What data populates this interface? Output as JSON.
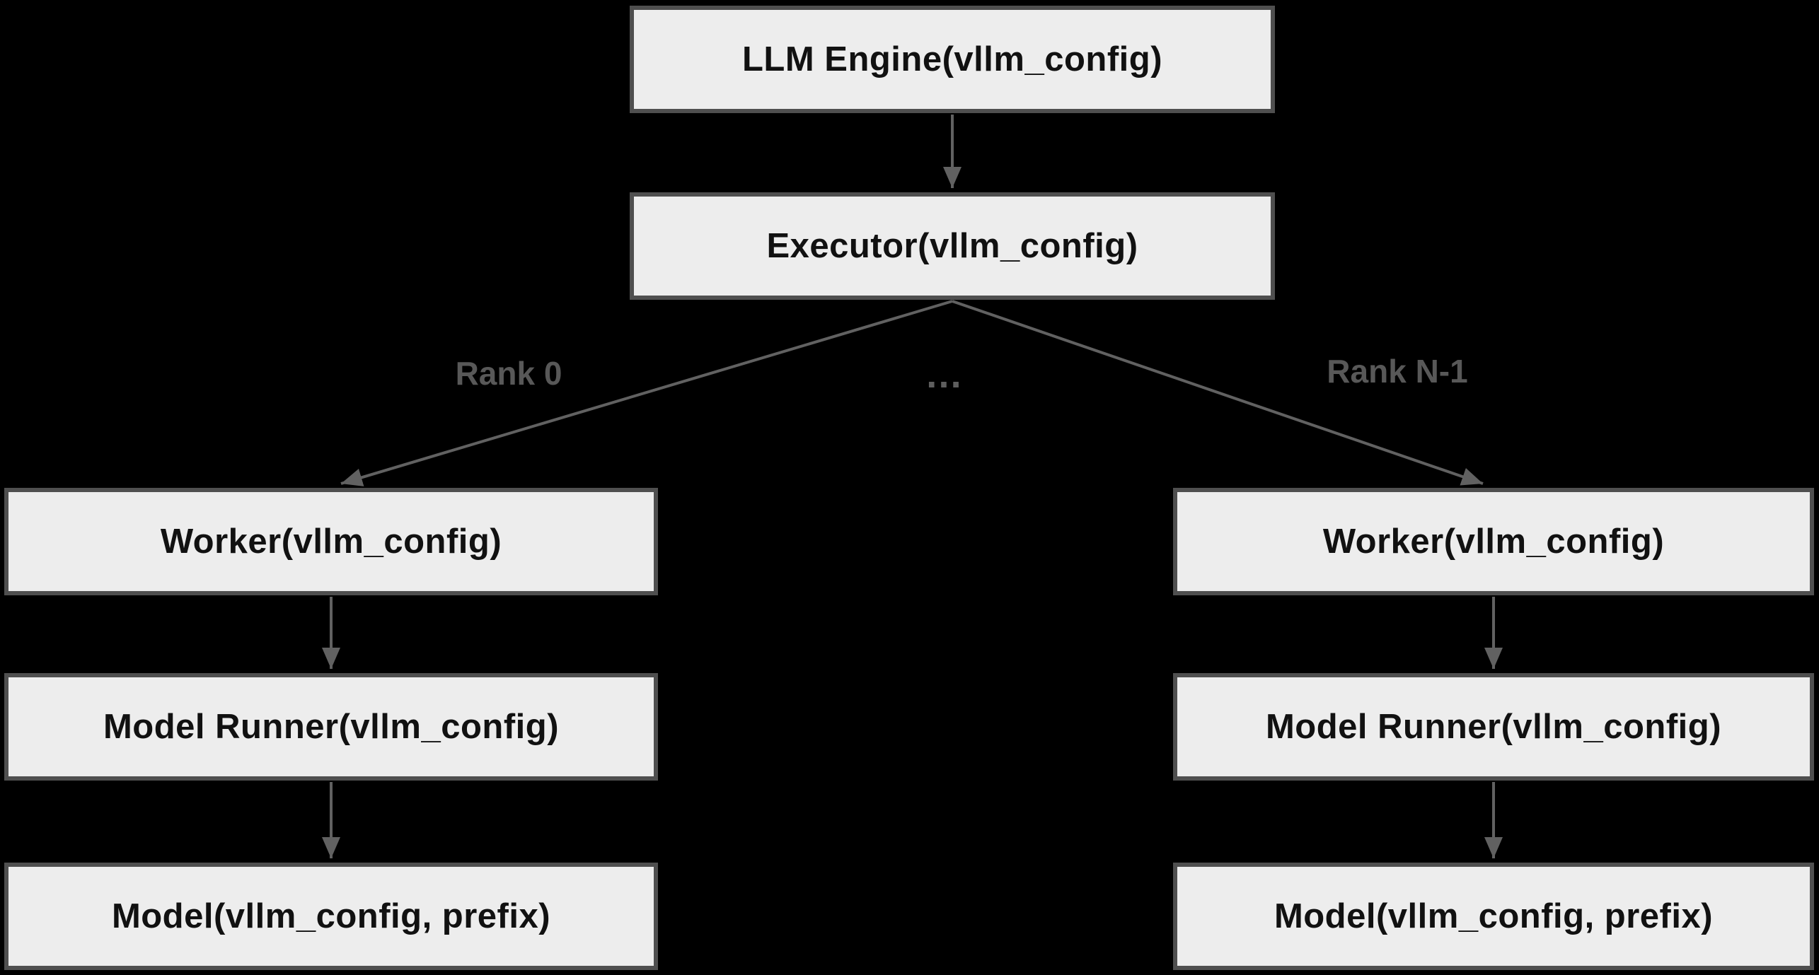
{
  "diagram": {
    "title_semantic": "vllm-engine-architecture-flowchart",
    "colors": {
      "background": "#000000",
      "node_fill": "#ededed",
      "node_border": "#4f4f4f",
      "node_text": "#111111",
      "connector": "#616161",
      "edge_label_text": "#585858"
    },
    "nodes": {
      "llm_engine": {
        "label": "LLM Engine(vllm_config)"
      },
      "executor": {
        "label": "Executor(vllm_config)"
      },
      "worker_left": {
        "label": "Worker(vllm_config)"
      },
      "worker_right": {
        "label": "Worker(vllm_config)"
      },
      "model_runner_left": {
        "label": "Model Runner(vllm_config)"
      },
      "model_runner_right": {
        "label": "Model Runner(vllm_config)"
      },
      "model_left": {
        "label": "Model(vllm_config, prefix)"
      },
      "model_right": {
        "label": "Model(vllm_config, prefix)"
      }
    },
    "edge_labels": {
      "rank_0": "Rank 0",
      "ellipsis": "…",
      "rank_n_1": "Rank N-1"
    },
    "edges": [
      {
        "from": "llm_engine",
        "to": "executor"
      },
      {
        "from": "executor",
        "to": "worker_left",
        "label": "Rank 0"
      },
      {
        "from": "executor",
        "to": "worker_right",
        "label": "Rank N-1"
      },
      {
        "from": "worker_left",
        "to": "model_runner_left"
      },
      {
        "from": "model_runner_left",
        "to": "model_left"
      },
      {
        "from": "worker_right",
        "to": "model_runner_right"
      },
      {
        "from": "model_runner_right",
        "to": "model_right"
      }
    ]
  }
}
